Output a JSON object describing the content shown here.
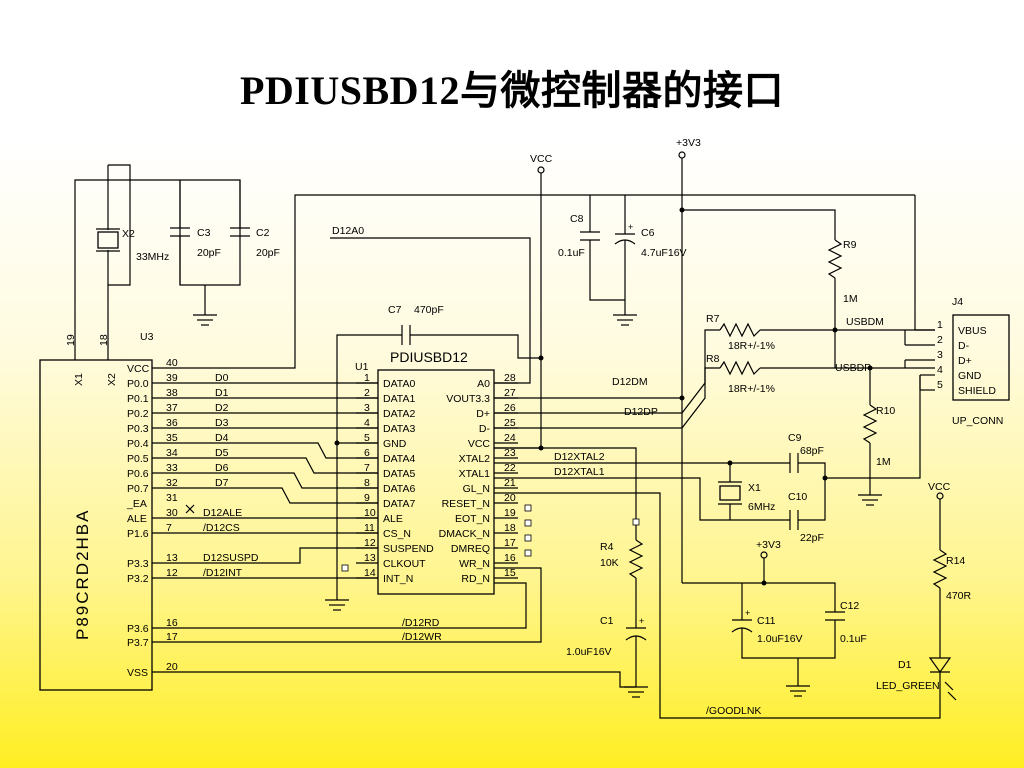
{
  "title": "PDIUSBD12与微控制器的接口",
  "u3": {
    "ref": "U3",
    "part": "P89CRD2HBA",
    "top_pins": [
      {
        "num": "19",
        "name": "X1"
      },
      {
        "num": "18",
        "name": "X2"
      }
    ],
    "left_pins": [
      {
        "name": "VCC",
        "num": "40",
        "net": ""
      },
      {
        "name": "P0.0",
        "num": "39",
        "net": "D0"
      },
      {
        "name": "P0.1",
        "num": "38",
        "net": "D1"
      },
      {
        "name": "P0.2",
        "num": "37",
        "net": "D2"
      },
      {
        "name": "P0.3",
        "num": "36",
        "net": "D3"
      },
      {
        "name": "P0.4",
        "num": "35",
        "net": "D4"
      },
      {
        "name": "P0.5",
        "num": "34",
        "net": "D5"
      },
      {
        "name": "P0.6",
        "num": "33",
        "net": "D6"
      },
      {
        "name": "P0.7",
        "num": "32",
        "net": "D7"
      },
      {
        "name": "_EA",
        "num": "31",
        "net": ""
      },
      {
        "name": "ALE",
        "num": "30",
        "net": "D12ALE"
      },
      {
        "name": "P1.6",
        "num": "7",
        "net": "/D12CS"
      },
      {
        "name": "P3.3",
        "num": "13",
        "net": "D12SUSPD"
      },
      {
        "name": "P3.2",
        "num": "12",
        "net": "/D12INT"
      },
      {
        "name": "P3.6",
        "num": "16",
        "net": "/D12RD"
      },
      {
        "name": "P3.7",
        "num": "17",
        "net": "/D12WR"
      },
      {
        "name": "VSS",
        "num": "20",
        "net": ""
      }
    ]
  },
  "u1": {
    "ref": "U1",
    "part": "PDIUSBD12",
    "left_pins": [
      {
        "num": "1",
        "name": "DATA0"
      },
      {
        "num": "2",
        "name": "DATA1"
      },
      {
        "num": "3",
        "name": "DATA2"
      },
      {
        "num": "4",
        "name": "DATA3"
      },
      {
        "num": "5",
        "name": "GND"
      },
      {
        "num": "6",
        "name": "DATA4"
      },
      {
        "num": "7",
        "name": "DATA5"
      },
      {
        "num": "8",
        "name": "DATA6"
      },
      {
        "num": "9",
        "name": "DATA7"
      },
      {
        "num": "10",
        "name": "ALE"
      },
      {
        "num": "11",
        "name": "CS_N"
      },
      {
        "num": "12",
        "name": "SUSPEND"
      },
      {
        "num": "13",
        "name": "CLKOUT"
      },
      {
        "num": "14",
        "name": "INT_N"
      }
    ],
    "right_pins": [
      {
        "num": "28",
        "name": "A0"
      },
      {
        "num": "27",
        "name": "VOUT3.3"
      },
      {
        "num": "26",
        "name": "D+"
      },
      {
        "num": "25",
        "name": "D-"
      },
      {
        "num": "24",
        "name": "VCC"
      },
      {
        "num": "23",
        "name": "XTAL2"
      },
      {
        "num": "22",
        "name": "XTAL1"
      },
      {
        "num": "21",
        "name": "GL_N"
      },
      {
        "num": "20",
        "name": "RESET_N"
      },
      {
        "num": "19",
        "name": "EOT_N"
      },
      {
        "num": "18",
        "name": "DMACK_N"
      },
      {
        "num": "17",
        "name": "DMREQ"
      },
      {
        "num": "16",
        "name": "WR_N"
      },
      {
        "num": "15",
        "name": "RD_N"
      }
    ]
  },
  "j4": {
    "ref": "J4",
    "part": "UP_CONN",
    "pins": [
      {
        "num": "1",
        "name": "VBUS"
      },
      {
        "num": "2",
        "name": "D-"
      },
      {
        "num": "3",
        "name": "D+"
      },
      {
        "num": "4",
        "name": "GND"
      },
      {
        "num": "5",
        "name": "SHIELD"
      }
    ]
  },
  "components": {
    "x2": {
      "ref": "X2",
      "value": "33MHz"
    },
    "c3": {
      "ref": "C3",
      "value": "20pF"
    },
    "c2": {
      "ref": "C2",
      "value": "20pF"
    },
    "c7": {
      "ref": "C7",
      "value": "470pF"
    },
    "c8": {
      "ref": "C8",
      "value": "0.1uF"
    },
    "c6": {
      "ref": "C6",
      "value": "4.7uF16V"
    },
    "r9": {
      "ref": "R9",
      "value": "1M"
    },
    "r7": {
      "ref": "R7",
      "value": "18R+/-1%"
    },
    "r8": {
      "ref": "R8",
      "value": "18R+/-1%"
    },
    "r10": {
      "ref": "R10",
      "value": "1M"
    },
    "c9": {
      "ref": "C9",
      "value": "68pF"
    },
    "c10": {
      "ref": "C10",
      "value": "22pF"
    },
    "x1": {
      "ref": "X1",
      "value": "6MHz"
    },
    "r4": {
      "ref": "R4",
      "value": "10K"
    },
    "c1": {
      "ref": "C1",
      "value": "1.0uF16V"
    },
    "c11": {
      "ref": "C11",
      "value": "1.0uF16V"
    },
    "c12": {
      "ref": "C12",
      "value": "0.1uF"
    },
    "r14": {
      "ref": "R14",
      "value": "470R"
    },
    "d1": {
      "ref": "D1",
      "value": "LED_GREEN"
    }
  },
  "nets": {
    "vcc": "VCC",
    "v33": "+3V3",
    "d12a0": "D12A0",
    "d12dm": "D12DM",
    "d12dp": "D12DP",
    "usbdm": "USBDM",
    "usbdp": "USBDP",
    "xtal2": "D12XTAL2",
    "xtal1": "D12XTAL1",
    "goodlnk": "/GOODLNK"
  }
}
